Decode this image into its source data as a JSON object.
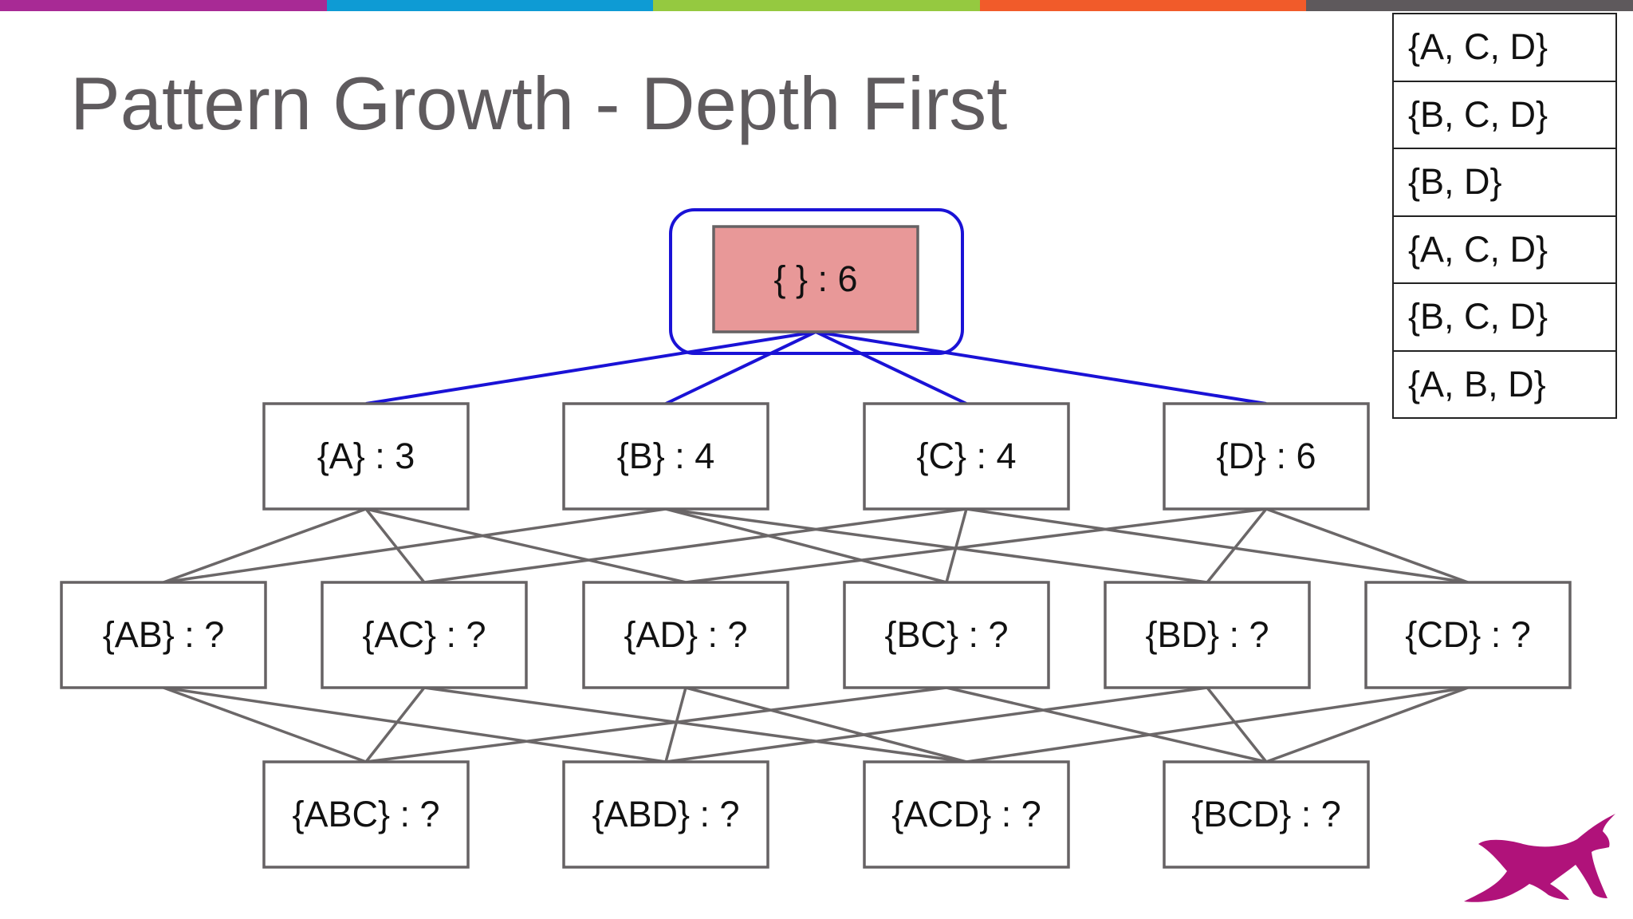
{
  "slide": {
    "title": "Pattern Growth - Depth First",
    "colors": {
      "top_bar": [
        "#a82a95",
        "#0e9bd4",
        "#95c940",
        "#f15b2a",
        "#5e595c"
      ],
      "root_fill": "#e89898",
      "highlight": "#1a12d6",
      "edge": "#6b6768",
      "logo": "#b0127a"
    }
  },
  "transactions": [
    "{A, C, D}",
    "{B, C, D}",
    "{B, D}",
    "{A, C, D}",
    "{B, C, D}",
    "{A, B, D}"
  ],
  "lattice": {
    "root": {
      "id": "root",
      "label": "{ } : 6",
      "highlighted": true
    },
    "levels": [
      [
        {
          "id": "A",
          "label": "{A} : 3"
        },
        {
          "id": "B",
          "label": "{B} : 4"
        },
        {
          "id": "C",
          "label": "{C} : 4"
        },
        {
          "id": "D",
          "label": "{D} : 6"
        }
      ],
      [
        {
          "id": "AB",
          "label": "{AB} : ?"
        },
        {
          "id": "AC",
          "label": "{AC} : ?"
        },
        {
          "id": "AD",
          "label": "{AD} : ?"
        },
        {
          "id": "BC",
          "label": "{BC} : ?"
        },
        {
          "id": "BD",
          "label": "{BD} : ?"
        },
        {
          "id": "CD",
          "label": "{CD} : ?"
        }
      ],
      [
        {
          "id": "ABC",
          "label": "{ABC} : ?"
        },
        {
          "id": "ABD",
          "label": "{ABD} : ?"
        },
        {
          "id": "ACD",
          "label": "{ACD} : ?"
        },
        {
          "id": "BCD",
          "label": "{BCD} : ?"
        }
      ]
    ],
    "edges": [
      [
        "root",
        "A",
        "highlight"
      ],
      [
        "root",
        "B",
        "highlight"
      ],
      [
        "root",
        "C",
        "highlight"
      ],
      [
        "root",
        "D",
        "highlight"
      ],
      [
        "A",
        "AB"
      ],
      [
        "A",
        "AC"
      ],
      [
        "A",
        "AD"
      ],
      [
        "B",
        "AB"
      ],
      [
        "B",
        "BC"
      ],
      [
        "B",
        "BD"
      ],
      [
        "C",
        "AC"
      ],
      [
        "C",
        "BC"
      ],
      [
        "C",
        "CD"
      ],
      [
        "D",
        "AD"
      ],
      [
        "D",
        "BD"
      ],
      [
        "D",
        "CD"
      ],
      [
        "AB",
        "ABC"
      ],
      [
        "AB",
        "ABD"
      ],
      [
        "AC",
        "ABC"
      ],
      [
        "AC",
        "ACD"
      ],
      [
        "AD",
        "ABD"
      ],
      [
        "AD",
        "ACD"
      ],
      [
        "BC",
        "ABC"
      ],
      [
        "BC",
        "BCD"
      ],
      [
        "BD",
        "ABD"
      ],
      [
        "BD",
        "BCD"
      ],
      [
        "CD",
        "ACD"
      ],
      [
        "CD",
        "BCD"
      ]
    ]
  }
}
